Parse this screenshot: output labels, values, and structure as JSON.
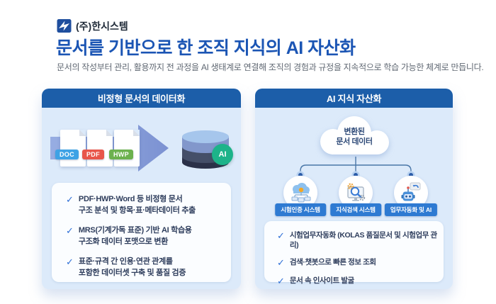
{
  "brand": {
    "name": "(주)한시스템"
  },
  "header": {
    "title": "문서를 기반으로 한 조직 지식의 AI 자산화",
    "subtitle": "문서의 작성부터 관리, 활용까지 전 과정을 AI 생태계로 연결해 조직의 경험과 규정을 지속적으로 학습 가능한 체계로 만듭니다."
  },
  "icons": {
    "check": "✓"
  },
  "left_panel": {
    "title": "비정형 문서의 데이터화",
    "documents": [
      {
        "label": "DOC",
        "color": "#3ea2e5"
      },
      {
        "label": "PDF",
        "color": "#e8564a"
      },
      {
        "label": "HWP",
        "color": "#6cb14e"
      }
    ],
    "ai_badge": "AI",
    "checklist": [
      {
        "line1": "PDF·HWP·Word 등 비정형 문서",
        "line2": "구조 분석 및 항목·표·메타데이터 추출"
      },
      {
        "line1": "MRS(기계가독 표준) 기반 AI 학습용",
        "line2": "구조화 데이터 포맷으로 변환"
      },
      {
        "line1": "표준·규격 간 인용·연관 관계를",
        "line2": "포함한 데이터셋 구축 및 품질 검증"
      }
    ]
  },
  "right_panel": {
    "title": "AI 지식 자산화",
    "cloud": {
      "line1": "변환된",
      "line2": "문서 데이터"
    },
    "systems": [
      {
        "label": "시험인증 시스템",
        "icon": "cloud-network-icon"
      },
      {
        "label": "지식검색 시스템",
        "icon": "search-monitor-icon"
      },
      {
        "label": "업무자동화 및 AI",
        "icon": "robot-icon"
      }
    ],
    "checklist": [
      "시험업무자동화 (KOLAS 품질문서 및 시험업무 관리)",
      "검색·챗봇으로 빠른 정보 조회",
      "문서 속 인사이트 발굴"
    ]
  },
  "colors": {
    "title_blue": "#1b55b4",
    "panel_bg": "#dceafa",
    "panel_header_bg": "#1c5ea9",
    "check_blue": "#2e6fd6",
    "pill_blue": "#2e7ad2",
    "arrow_blue": "#8ba2dc",
    "ai_badge_green": "#1db389",
    "connector_blue": "#4a77a8"
  }
}
